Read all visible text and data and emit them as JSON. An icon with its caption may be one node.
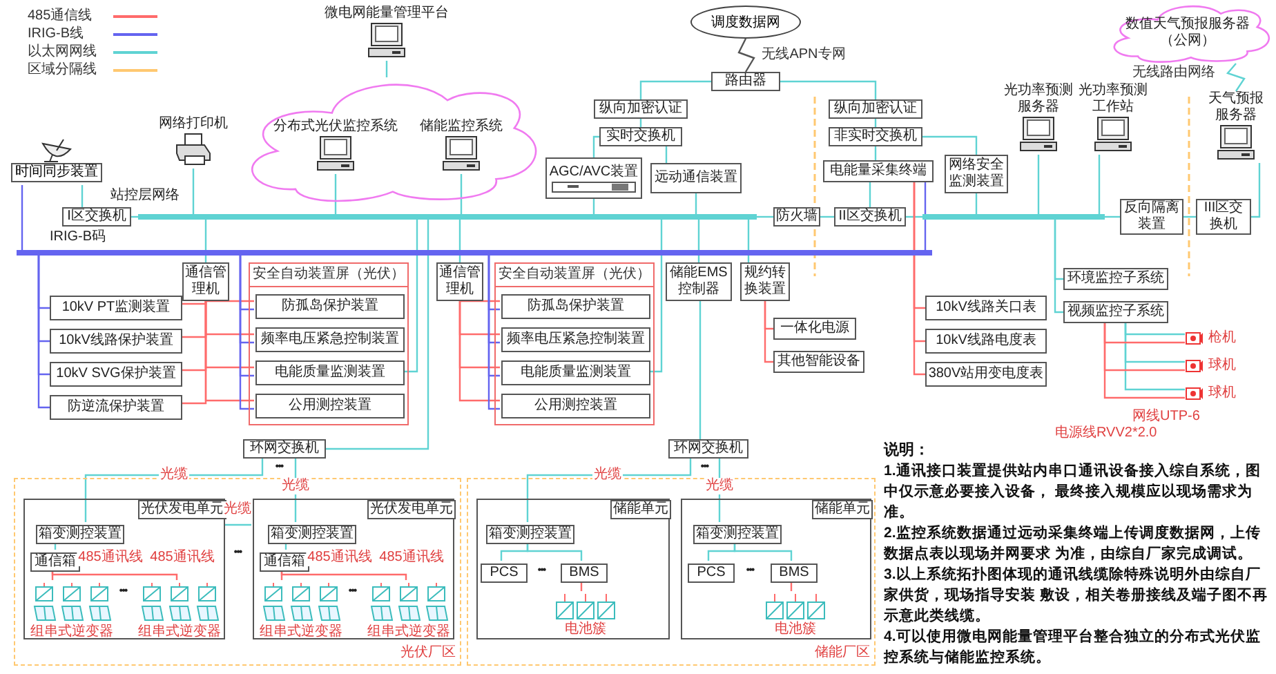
{
  "diagram": {
    "nodes": [
      {
        "text": [
          "微电网能量管理平台"
        ]
      },
      {
        "text": [],
        "shape": "cloud"
      },
      {
        "text": [
          "分布式光伏监控系统"
        ],
        "in": 1
      },
      {
        "text": [
          "储能监控系统"
        ],
        "in": 1
      },
      {
        "text": [
          "网络打印机"
        ]
      },
      {
        "text": [
          "时间同步装置"
        ]
      },
      {
        "text": [
          "I区交换机"
        ]
      },
      {
        "text": [],
        "shape": "bar"
      },
      {
        "text": [
          "防火墙"
        ]
      },
      {
        "text": [
          "II区交换机"
        ]
      },
      {
        "text": [],
        "shape": "bar"
      },
      {
        "text": [
          "反向隔离装置"
        ]
      },
      {
        "text": [
          "III区交换机"
        ]
      },
      {
        "text": [],
        "shape": "bar"
      },
      {
        "text": [
          "调度数据网"
        ]
      },
      {
        "text": [
          "路由器"
        ]
      },
      {
        "text": [
          "纵向加密认证"
        ]
      },
      {
        "text": [
          "实时交换机"
        ]
      },
      {
        "text": [
          "AGC/AVC装置"
        ]
      },
      {
        "text": [
          "远动通信装置"
        ]
      },
      {
        "text": [
          "纵向加密认证"
        ]
      },
      {
        "text": [
          "非实时交换机"
        ]
      },
      {
        "text": [
          "电能量采集终端"
        ]
      },
      {
        "text": [
          "网络安全监测装置"
        ]
      },
      {
        "text": [
          "光功率预测服务器"
        ]
      },
      {
        "text": [
          "光功率预测工作站"
        ]
      },
      {
        "text": [
          "数值天气预报服务器（公网）"
        ]
      },
      {
        "text": [
          "天气预报服务器"
        ]
      },
      {
        "text": [
          "通信管理机"
        ]
      },
      {
        "text": [
          "安全自动装置屏（光伏）"
        ]
      },
      {
        "text": [
          "防孤岛保护装置"
        ],
        "in": 29
      },
      {
        "text": [
          "频率电压紧急控制装置"
        ],
        "in": 29
      },
      {
        "text": [
          "电能质量监测装置"
        ],
        "in": 29
      },
      {
        "text": [
          "公用测控装置"
        ],
        "in": 29
      },
      {
        "text": [
          "10kV PT监测装置"
        ]
      },
      {
        "text": [
          "10kV线路保护装置"
        ]
      },
      {
        "text": [
          "10kV SVG保护装置"
        ]
      },
      {
        "text": [
          "防逆流保护装置"
        ]
      },
      {
        "text": [
          "环网交换机"
        ]
      },
      {
        "text": [
          "通信管理机"
        ]
      },
      {
        "text": [
          "安全自动装置屏（光伏）"
        ]
      },
      {
        "text": [
          "防孤岛保护装置"
        ],
        "in": 40
      },
      {
        "text": [
          "频率电压紧急控制装置"
        ],
        "in": 40
      },
      {
        "text": [
          "电能质量监测装置"
        ],
        "in": 40
      },
      {
        "text": [
          "公用测控装置"
        ],
        "in": 40
      },
      {
        "text": [
          "储能EMS控制器"
        ]
      },
      {
        "text": [
          "规约转换装置"
        ]
      },
      {
        "text": [
          "一体化电源"
        ]
      },
      {
        "text": [
          "其他智能设备"
        ]
      },
      {
        "text": [
          "环网交换机"
        ]
      },
      {
        "text": [
          "10kV线路关口表"
        ]
      },
      {
        "text": [
          "10kV线路电度表"
        ]
      },
      {
        "text": [
          "380V站用变电度表"
        ]
      },
      {
        "text": [
          "环境监控子系统"
        ]
      },
      {
        "text": [
          "视频监控子系统"
        ]
      },
      {
        "text": [
          "枪机"
        ]
      },
      {
        "text": [
          "球机"
        ]
      },
      {
        "text": [
          "球机"
        ]
      },
      {
        "text": [
          "光伏厂区"
        ]
      },
      {
        "text": [],
        "shape": "box",
        "in": 58
      },
      {
        "text": [
          "箱变测控装置"
        ],
        "in": 59
      },
      {
        "text": [
          "通信箱"
        ],
        "in": 59
      },
      {
        "text": [
          "组串式逆变器"
        ],
        "in": 59
      },
      {
        "text": [
          "组串式逆变器"
        ],
        "in": 59
      },
      {
        "text": [],
        "shape": "box",
        "in": 58
      },
      {
        "text": [
          "箱变测控装置"
        ],
        "in": 64
      },
      {
        "text": [
          "通信箱"
        ],
        "in": 64
      },
      {
        "text": [
          "组串式逆变器"
        ],
        "in": 64
      },
      {
        "text": [
          "组串式逆变器"
        ],
        "in": 64
      },
      {
        "text": [
          "储能厂区"
        ]
      },
      {
        "text": [],
        "shape": "box",
        "in": 69
      },
      {
        "text": [
          "箱变测控装置"
        ],
        "in": 70
      },
      {
        "text": [
          "PCS"
        ],
        "in": 70
      },
      {
        "text": [
          "BMS"
        ],
        "in": 70
      },
      {
        "text": [
          "电池簇"
        ],
        "in": 70
      },
      {
        "text": [],
        "shape": "box",
        "in": 69
      },
      {
        "text": [
          "箱变测控装置"
        ],
        "in": 75
      },
      {
        "text": [
          "PCS"
        ],
        "in": 75
      },
      {
        "text": [
          "BMS"
        ],
        "in": 75
      },
      {
        "text": [
          "电池簇"
        ],
        "in": 75
      },
      {
        "text": [
          "光伏发电单元"
        ],
        "in": 59
      },
      {
        "text": [
          "光伏发电单元"
        ],
        "in": 64
      },
      {
        "text": [
          "储能单元"
        ],
        "in": 70
      },
      {
        "text": [
          "储能单元"
        ],
        "in": 75
      }
    ],
    "edges": [
      {
        "from": 0,
        "to": 1,
        "arrow": "none"
      },
      {
        "from": 2,
        "to": 7,
        "arrow": "none"
      },
      {
        "from": 3,
        "to": 7,
        "arrow": "none"
      },
      {
        "from": 4,
        "to": 7,
        "arrow": "none"
      },
      {
        "from": 5,
        "to": 6,
        "arrow": "none"
      },
      {
        "from": 6,
        "to": 7,
        "arrow": "none"
      },
      {
        "from": 5,
        "to": 13,
        "arrow": "none",
        "color": "#6464f0"
      },
      {
        "from": 7,
        "to": 8,
        "arrow": "none"
      },
      {
        "from": 8,
        "to": 9,
        "arrow": "none"
      },
      {
        "from": 9,
        "to": 10,
        "arrow": "none"
      },
      {
        "from": 10,
        "to": 11,
        "arrow": "none"
      },
      {
        "from": 11,
        "to": 12,
        "arrow": "none"
      },
      {
        "from": 14,
        "to": 15,
        "arrow": "none",
        "label": "无线APN专网",
        "color": "#555555"
      },
      {
        "from": 15,
        "to": 16,
        "arrow": "none"
      },
      {
        "from": 15,
        "to": 20,
        "arrow": "none"
      },
      {
        "from": 16,
        "to": 17,
        "arrow": "none"
      },
      {
        "from": 17,
        "to": 18,
        "arrow": "none"
      },
      {
        "from": 17,
        "to": 19,
        "arrow": "none"
      },
      {
        "from": 18,
        "to": 7,
        "arrow": "none"
      },
      {
        "from": 19,
        "to": 7,
        "arrow": "none"
      },
      {
        "from": 20,
        "to": 21,
        "arrow": "none"
      },
      {
        "from": 21,
        "to": 22,
        "arrow": "none"
      },
      {
        "from": 21,
        "to": 23,
        "arrow": "none"
      },
      {
        "from": 23,
        "to": 10,
        "arrow": "none"
      },
      {
        "from": 22,
        "to": 9,
        "arrow": "none"
      },
      {
        "from": 24,
        "to": 10,
        "arrow": "none"
      },
      {
        "from": 25,
        "to": 10,
        "arrow": "none"
      },
      {
        "from": 27,
        "to": 12,
        "arrow": "none"
      },
      {
        "from": 26,
        "to": 27,
        "arrow": "none",
        "label": "无线路由网络"
      },
      {
        "from": 28,
        "to": 7,
        "arrow": "none"
      },
      {
        "from": 28,
        "to": 34,
        "arrow": "none",
        "color": "#ff6b6b"
      },
      {
        "from": 28,
        "to": 35,
        "arrow": "none",
        "color": "#ff6b6b"
      },
      {
        "from": 28,
        "to": 36,
        "arrow": "none",
        "color": "#ff6b6b"
      },
      {
        "from": 28,
        "to": 37,
        "arrow": "none",
        "color": "#ff6b6b"
      },
      {
        "from": 28,
        "to": 30,
        "arrow": "none",
        "color": "#ff6b6b"
      },
      {
        "from": 28,
        "to": 31,
        "arrow": "none",
        "color": "#ff6b6b"
      },
      {
        "from": 28,
        "to": 32,
        "arrow": "none",
        "color": "#ff6b6b"
      },
      {
        "from": 28,
        "to": 33,
        "arrow": "none",
        "color": "#ff6b6b"
      },
      {
        "from": 13,
        "to": 34,
        "arrow": "none",
        "color": "#6464f0"
      },
      {
        "from": 13,
        "to": 35,
        "arrow": "none",
        "color": "#6464f0"
      },
      {
        "from": 13,
        "to": 36,
        "arrow": "none",
        "color": "#6464f0"
      },
      {
        "from": 13,
        "to": 37,
        "arrow": "none",
        "color": "#6464f0"
      },
      {
        "from": 13,
        "to": 30,
        "arrow": "none",
        "color": "#6464f0"
      },
      {
        "from": 13,
        "to": 31,
        "arrow": "none",
        "color": "#6464f0"
      },
      {
        "from": 13,
        "to": 32,
        "arrow": "none",
        "color": "#6464f0"
      },
      {
        "from": 13,
        "to": 33,
        "arrow": "none",
        "color": "#6464f0"
      },
      {
        "from": 32,
        "to": 7,
        "arrow": "none"
      },
      {
        "from": 38,
        "to": 7,
        "arrow": "none"
      },
      {
        "from": 39,
        "to": 7,
        "arrow": "none"
      },
      {
        "from": 39,
        "to": 41,
        "arrow": "none",
        "color": "#ff6b6b"
      },
      {
        "from": 39,
        "to": 42,
        "arrow": "none",
        "color": "#ff6b6b"
      },
      {
        "from": 39,
        "to": 43,
        "arrow": "none",
        "color": "#ff6b6b"
      },
      {
        "from": 39,
        "to": 44,
        "arrow": "none",
        "color": "#ff6b6b"
      },
      {
        "from": 13,
        "to": 41,
        "arrow": "none",
        "color": "#6464f0"
      },
      {
        "from": 13,
        "to": 42,
        "arrow": "none",
        "color": "#6464f0"
      },
      {
        "from": 13,
        "to": 43,
        "arrow": "none",
        "color": "#6464f0"
      },
      {
        "from": 13,
        "to": 44,
        "arrow": "none",
        "color": "#6464f0"
      },
      {
        "from": 43,
        "to": 7,
        "arrow": "none"
      },
      {
        "from": 45,
        "to": 7,
        "arrow": "none"
      },
      {
        "from": 45,
        "to": 49,
        "arrow": "none"
      },
      {
        "from": 46,
        "to": 7,
        "arrow": "none"
      },
      {
        "from": 46,
        "to": 47,
        "arrow": "none",
        "color": "#ff6b6b"
      },
      {
        "from": 46,
        "to": 48,
        "arrow": "none",
        "color": "#ff6b6b"
      },
      {
        "from": 13,
        "to": 22,
        "arrow": "none",
        "color": "#6464f0"
      },
      {
        "from": 22,
        "to": 50,
        "arrow": "none",
        "color": "#ff6b6b"
      },
      {
        "from": 22,
        "to": 51,
        "arrow": "none",
        "color": "#ff6b6b"
      },
      {
        "from": 22,
        "to": 52,
        "arrow": "none",
        "color": "#ff6b6b"
      },
      {
        "from": 10,
        "to": 53,
        "arrow": "none"
      },
      {
        "from": 10,
        "to": 54,
        "arrow": "none"
      },
      {
        "from": 54,
        "to": 55,
        "arrow": "none"
      },
      {
        "from": 54,
        "to": 56,
        "arrow": "none"
      },
      {
        "from": 54,
        "to": 57,
        "arrow": "none"
      },
      {
        "from": 54,
        "to": 55,
        "arrow": "none",
        "color": "#ff6b6b"
      },
      {
        "from": 54,
        "to": 56,
        "arrow": "none",
        "color": "#ff6b6b"
      },
      {
        "from": 54,
        "to": 57,
        "arrow": "none",
        "color": "#ff6b6b"
      },
      {
        "from": 38,
        "to": 60,
        "arrow": "none",
        "label": "光缆"
      },
      {
        "from": 38,
        "to": 65,
        "arrow": "none",
        "label": "光缆"
      },
      {
        "from": 59,
        "to": 64,
        "arrow": "none",
        "label": "光缆"
      },
      {
        "from": 60,
        "to": 61,
        "arrow": "none"
      },
      {
        "from": 61,
        "to": 62,
        "arrow": "none",
        "label": "485通讯线",
        "color": "#ff6b6b"
      },
      {
        "from": 61,
        "to": 63,
        "arrow": "none",
        "label": "485通讯线",
        "color": "#ff6b6b"
      },
      {
        "from": 65,
        "to": 66,
        "arrow": "none"
      },
      {
        "from": 66,
        "to": 67,
        "arrow": "none",
        "label": "485通讯线",
        "color": "#ff6b6b"
      },
      {
        "from": 66,
        "to": 68,
        "arrow": "none",
        "label": "485通讯线",
        "color": "#ff6b6b"
      },
      {
        "from": 49,
        "to": 71,
        "arrow": "none",
        "label": "光缆"
      },
      {
        "from": 49,
        "to": 76,
        "arrow": "none",
        "label": "光缆"
      },
      {
        "from": 71,
        "to": 72,
        "arrow": "none"
      },
      {
        "from": 71,
        "to": 73,
        "arrow": "none"
      },
      {
        "from": 73,
        "to": 74,
        "arrow": "none",
        "color": "#ff6b6b"
      },
      {
        "from": 76,
        "to": 77,
        "arrow": "none"
      },
      {
        "from": 76,
        "to": 78,
        "arrow": "none"
      },
      {
        "from": 78,
        "to": 79,
        "arrow": "none",
        "color": "#ff6b6b"
      }
    ],
    "labels": [
      "站控层网络",
      "IRIG-B码",
      "网线UTP-6",
      "电源线RVV2*2.0",
      "•••",
      "•••",
      "•••",
      "•••",
      "•••",
      "•••",
      "•••",
      "说明：",
      "1.通讯接口装置提供站内串口通讯设备接入综自系统，图中仅示意必要接入设备， 最终接入规模应以现场需求为准。",
      "2.监控系统数据通过远动采集终端上传调度数据网，上传数据点表以现场并网要求 为准，由综自厂家完成调试。",
      "3.以上系统拓扑图体现的通讯线缆除特殊说明外由综自厂家供货，现场指导安装 敷设，相关卷册接线及端子图不再示意此类线缆。",
      "4.可以使用微电网能量管理平台整合独立的分布式光伏监控系统与储能监控系统。"
    ],
    "legend": [
      {
        "text": "485通信线",
        "color": "#ff6b6b"
      },
      {
        "text": "IRIG-B线",
        "color": "#6464f0"
      },
      {
        "text": "以太网网线",
        "color": "#5fd3d3"
      },
      {
        "text": "区域分隔线",
        "color": "#ffc870"
      }
    ]
  }
}
